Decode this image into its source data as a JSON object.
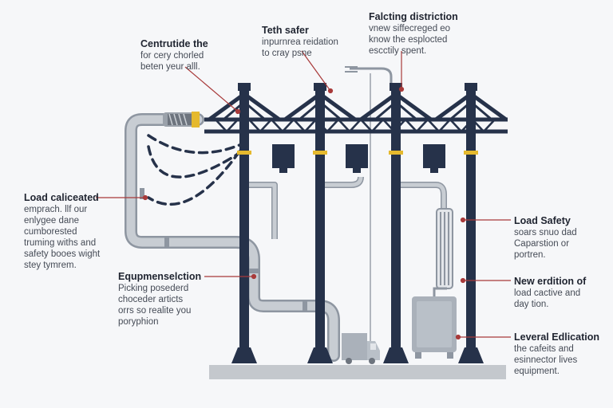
{
  "annotations": [
    {
      "heading": "Centrutide the",
      "body": "for cery chorled\nbeten yeur alll."
    },
    {
      "heading": "Teth safer",
      "body": "inpurnrea reidation\nto cray psne"
    },
    {
      "heading": "Falcting distriction",
      "body": "vnew siffecreged eo\nknow the esplocted\nescctily spent."
    },
    {
      "heading": "Load caliceated",
      "body": "emprach. llf our\nenlygee dane\ncumborested\ntruming withs and\nsafety booes wight\nstey tymrem."
    },
    {
      "heading": "Equpmenselction",
      "body": "Picking posederd\nchoceder articts\norrs so realite you\nporyphion"
    },
    {
      "heading": "Load Safety",
      "body": "soars snuo dad\nCaparstion or\nportren."
    },
    {
      "heading": "New erdition of",
      "body": "load cactive and\nday tion."
    },
    {
      "heading": "Leveral Edlication",
      "body": "the cafeits and\nesinnector lives\nequipment."
    }
  ],
  "colors": {
    "tower": "#26324a",
    "pipe": "#b9bfc7",
    "pipe_edge": "#8e96a1",
    "leader": "#a83a3a",
    "accent": "#e5b92e",
    "ground": "#c4c8cd",
    "equipment": "#aab1ba"
  }
}
